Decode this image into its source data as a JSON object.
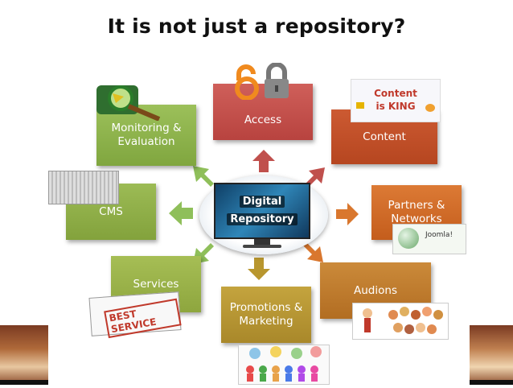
{
  "title": "It is not just a repository?",
  "center": {
    "line1": "Digital",
    "line2": "Repository"
  },
  "nodes": [
    {
      "id": "access",
      "label": "Access",
      "color": "#c0504d"
    },
    {
      "id": "content",
      "label": "Content",
      "color": "#c0522a"
    },
    {
      "id": "partners",
      "label": "Partners & Networks",
      "color": "#d2691e"
    },
    {
      "id": "audions",
      "label": "Audions",
      "color": "#c07a2a"
    },
    {
      "id": "promotions",
      "label": "Promotions & Marketing",
      "color": "#b8962e"
    },
    {
      "id": "services",
      "label": "Services",
      "color": "#9bb44a"
    },
    {
      "id": "cms",
      "label": "CMS",
      "color": "#8fb04a"
    },
    {
      "id": "monitoring",
      "label": "Monitoring & Evaluation",
      "color": "#8ab44c"
    }
  ],
  "thumbnails": {
    "content": {
      "line1": "Content",
      "line2": "is KING"
    },
    "services": {
      "text": "BEST SERVICE"
    },
    "joomla": {
      "text": "Joomla!"
    }
  },
  "colors": {
    "arrow_green": "#8fbf5a",
    "arrow_red": "#c0504d",
    "arrow_orange": "#d9772e"
  }
}
